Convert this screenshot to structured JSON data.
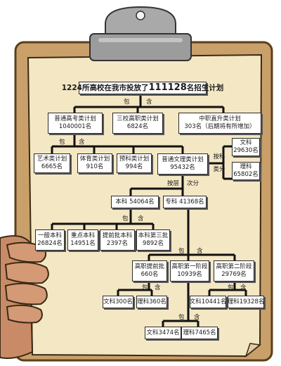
{
  "root": {
    "pre": "1224所高校在我市投放了",
    "num": "111128",
    "post": "名招生计划"
  },
  "level1": {
    "regular": {
      "line1": "普通高考类计划",
      "line2": "1040001名"
    },
    "sanxiao": {
      "line1": "三校高职类计划",
      "line2": "6824名"
    },
    "zhongzhi": {
      "line1": "中职直升类计划",
      "line2": "303名（后期将有所增加）"
    }
  },
  "level2": {
    "art": {
      "line1": "艺术类计划",
      "line2": "6665名"
    },
    "sports": {
      "line1": "体育类计划",
      "line2": "910名"
    },
    "prep": {
      "line1": "预科类计划",
      "line2": "994名"
    },
    "wenli": {
      "line1": "普通文理类计划",
      "line2": "95432名"
    }
  },
  "wenli_split": {
    "wen": {
      "line1": "文科",
      "line2": "29630名"
    },
    "li": {
      "line1": "理科",
      "line2": "65802名"
    }
  },
  "level3": {
    "benke": "本科  54064名",
    "zhuanke": "专科  41368名"
  },
  "benke_batches": {
    "yiben": {
      "line1": "一般本科",
      "line2": "26824名"
    },
    "zhongdian": {
      "line1": "重点本科",
      "line2": "14951名"
    },
    "tiqian": {
      "line1": "提前批本科",
      "line2": "2397名"
    },
    "sanpi": {
      "line1": "本科第三批",
      "line2": "9892名"
    }
  },
  "gaozhi": {
    "tiqianpi": {
      "line1": "高职提前批",
      "line2": "660名"
    },
    "stage1": {
      "line1": "高职第一阶段",
      "line2": "10939名"
    },
    "stage2": {
      "line1": "高职第二阶段",
      "line2": "29769名"
    }
  },
  "leaves": {
    "tq_wen": "文科300名",
    "tq_li": "理科360名",
    "s1_wen": "文科3474名",
    "s1_li": "理科7465名",
    "s2_wen": "文科10441名",
    "s2_li": "理科19328名"
  },
  "edge_labels": {
    "bao": "包",
    "han": "含",
    "anke": "按科",
    "leibie": "类分",
    "ancheng": "按层",
    "cifen": "次分"
  },
  "colors": {
    "paper": "#f4e7c4",
    "board": "#c9a06a",
    "board_edge": "#7a5a2c",
    "clip": "#9c9c9c",
    "hand": "#c98b67"
  }
}
